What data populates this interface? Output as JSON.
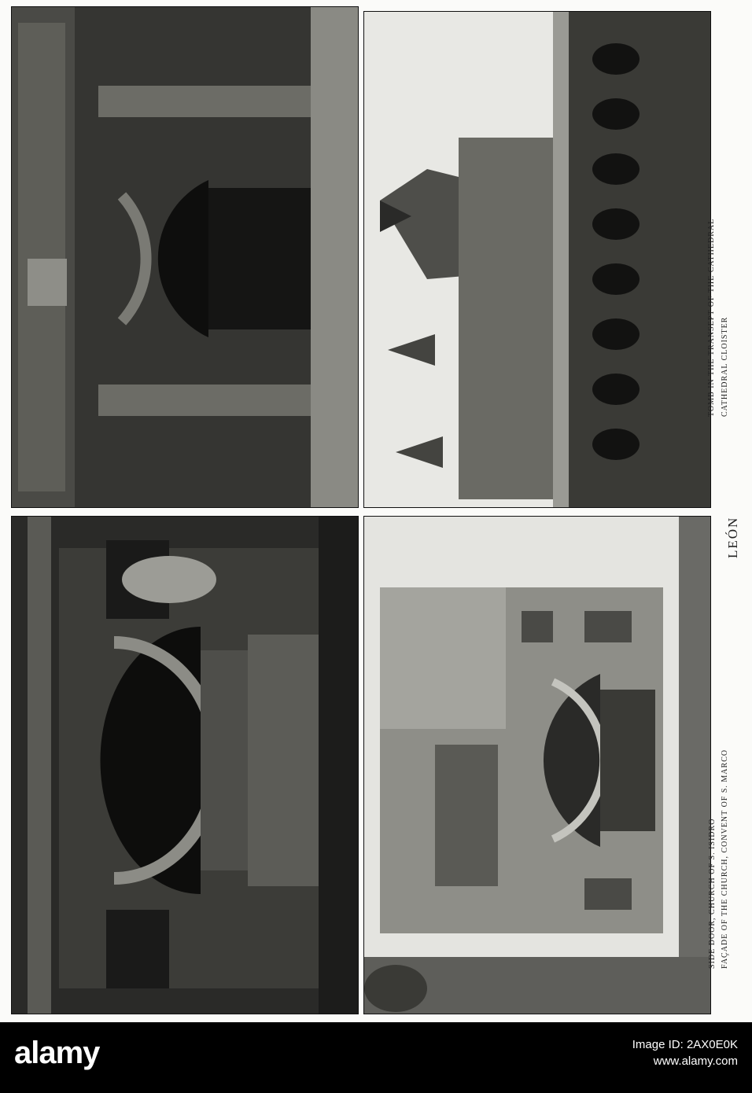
{
  "plate": {
    "title": "LEÓN",
    "captions_left": [
      "SIDE DOOR, CHURCH OF S. ISIDRO",
      "FAÇADE OF THE CHURCH, CONVENT OF S. MARCO"
    ],
    "captions_right": [
      "TOMB IN THE TRANSEPT OF THE CATHEDRAL",
      "CATHEDRAL CLOISTER"
    ]
  },
  "stock": {
    "logo": "alamy",
    "image_id": "Image ID: 2AX0E0K",
    "url": "www.alamy.com"
  }
}
